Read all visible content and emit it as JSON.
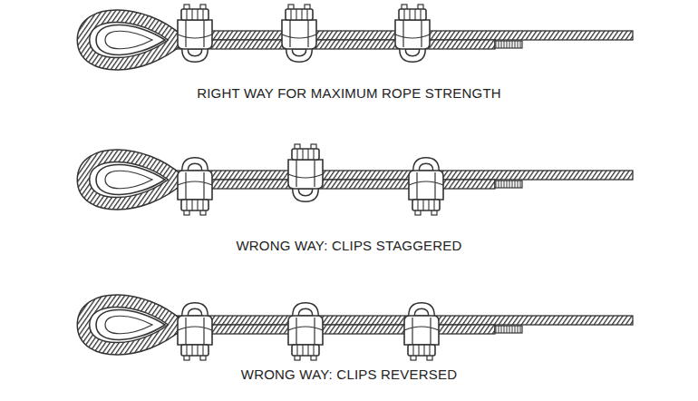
{
  "diagram": {
    "labels": [
      "RIGHT WAY FOR MAXIMUM ROPE STRENGTH",
      "WRONG WAY: CLIPS STAGGERED",
      "WRONG WAY: CLIPS REVERSED"
    ]
  }
}
